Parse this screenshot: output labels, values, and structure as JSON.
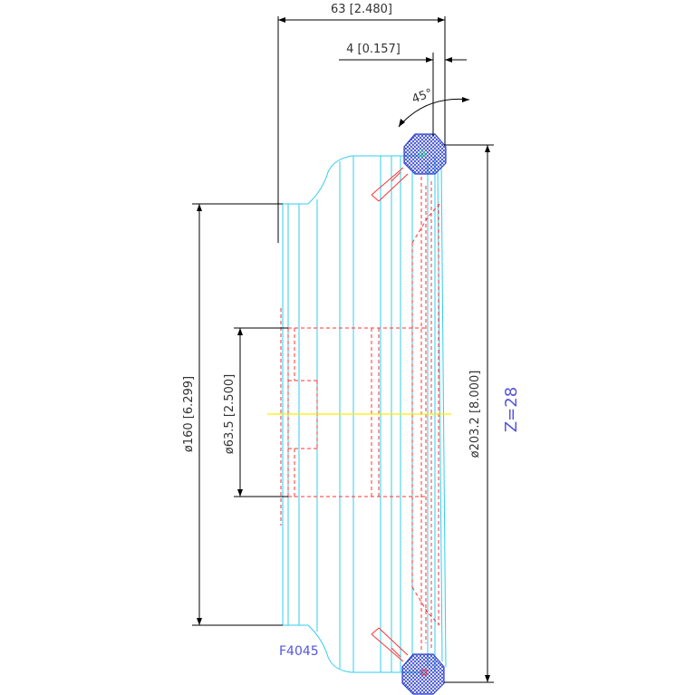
{
  "drawing": {
    "part_number": "F4045",
    "tooth_count_label": "Z=28",
    "dimensions": {
      "overall_height": "63 [2.480]",
      "insert_offset": "4 [0.157]",
      "chamfer_angle": "45°",
      "body_diameter": "ø160 [6.299]",
      "bore_diameter": "ø63.5 [2.500]",
      "cutting_diameter": "ø203.2 [8.000]"
    },
    "colors": {
      "outline": "#33ccee",
      "hidden": "#ff3333",
      "dimension": "#000000",
      "insert": "#3344cc",
      "label_blue": "#5555dd",
      "centerline": "#ffee00"
    }
  }
}
